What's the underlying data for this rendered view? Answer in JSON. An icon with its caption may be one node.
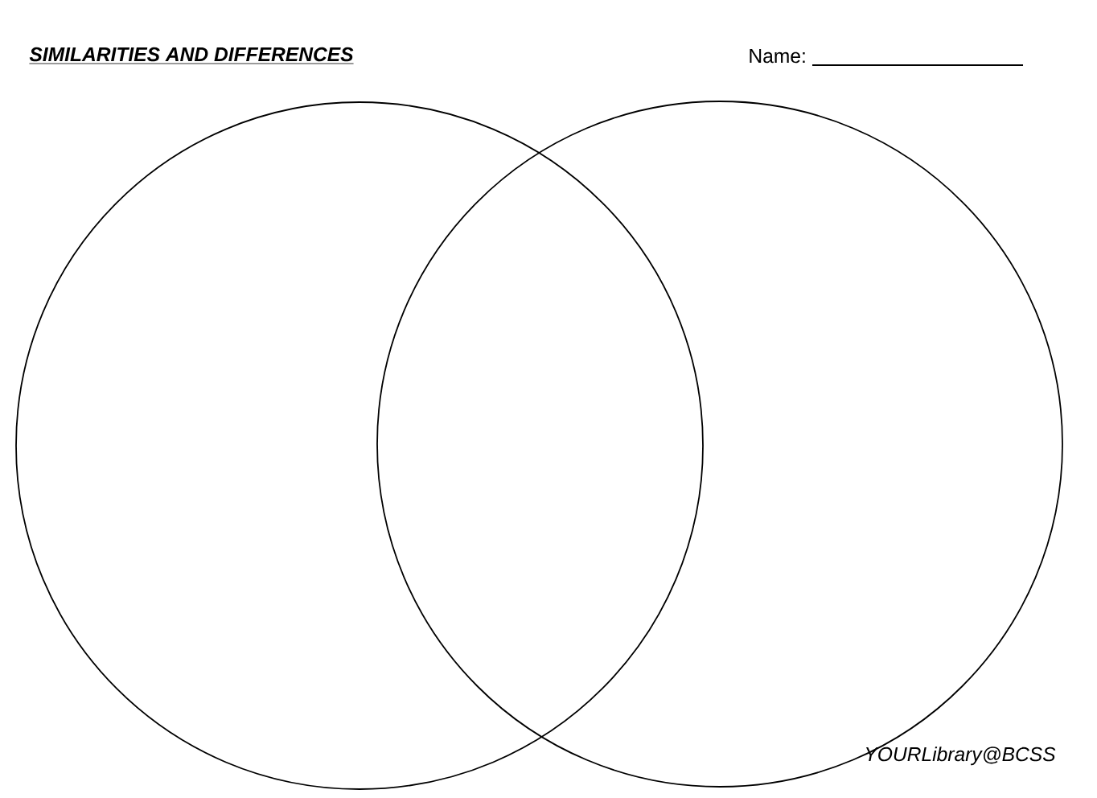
{
  "diagram": {
    "title": "SIMILARITIES AND DIFFERENCES",
    "nodes": [
      {
        "text": [],
        "shape": "circle"
      },
      {
        "text": [],
        "shape": "circle"
      }
    ],
    "labels": [
      "Name:",
      "YOURLibrary@BCSS"
    ]
  }
}
